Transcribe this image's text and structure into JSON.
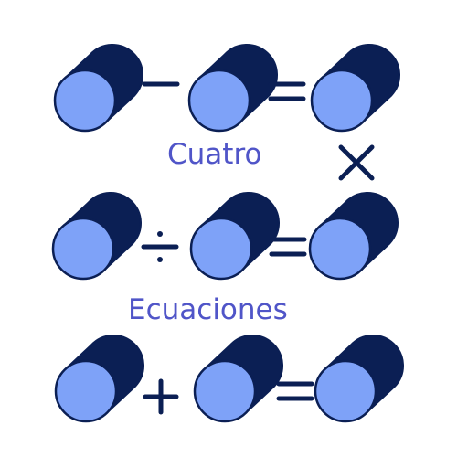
{
  "title": {
    "word_1": "Cuatro",
    "word_2": "Ecuaciones"
  },
  "rows": [
    {
      "operator": "minus"
    },
    {
      "operator": "divide"
    },
    {
      "operator": "plus"
    }
  ],
  "extra_operator": "times",
  "colors": {
    "token_face": "#7ea2f8",
    "token_body": "#0b1f54",
    "outline": "#0b1f54",
    "text": "#5055c8",
    "background": "#ffffff"
  },
  "icons": {
    "token": "cylinder-token-icon",
    "minus": "minus-sign-icon",
    "equals": "equals-sign-icon",
    "divide": "division-sign-icon",
    "plus": "plus-sign-icon",
    "times": "multiplication-sign-icon"
  }
}
